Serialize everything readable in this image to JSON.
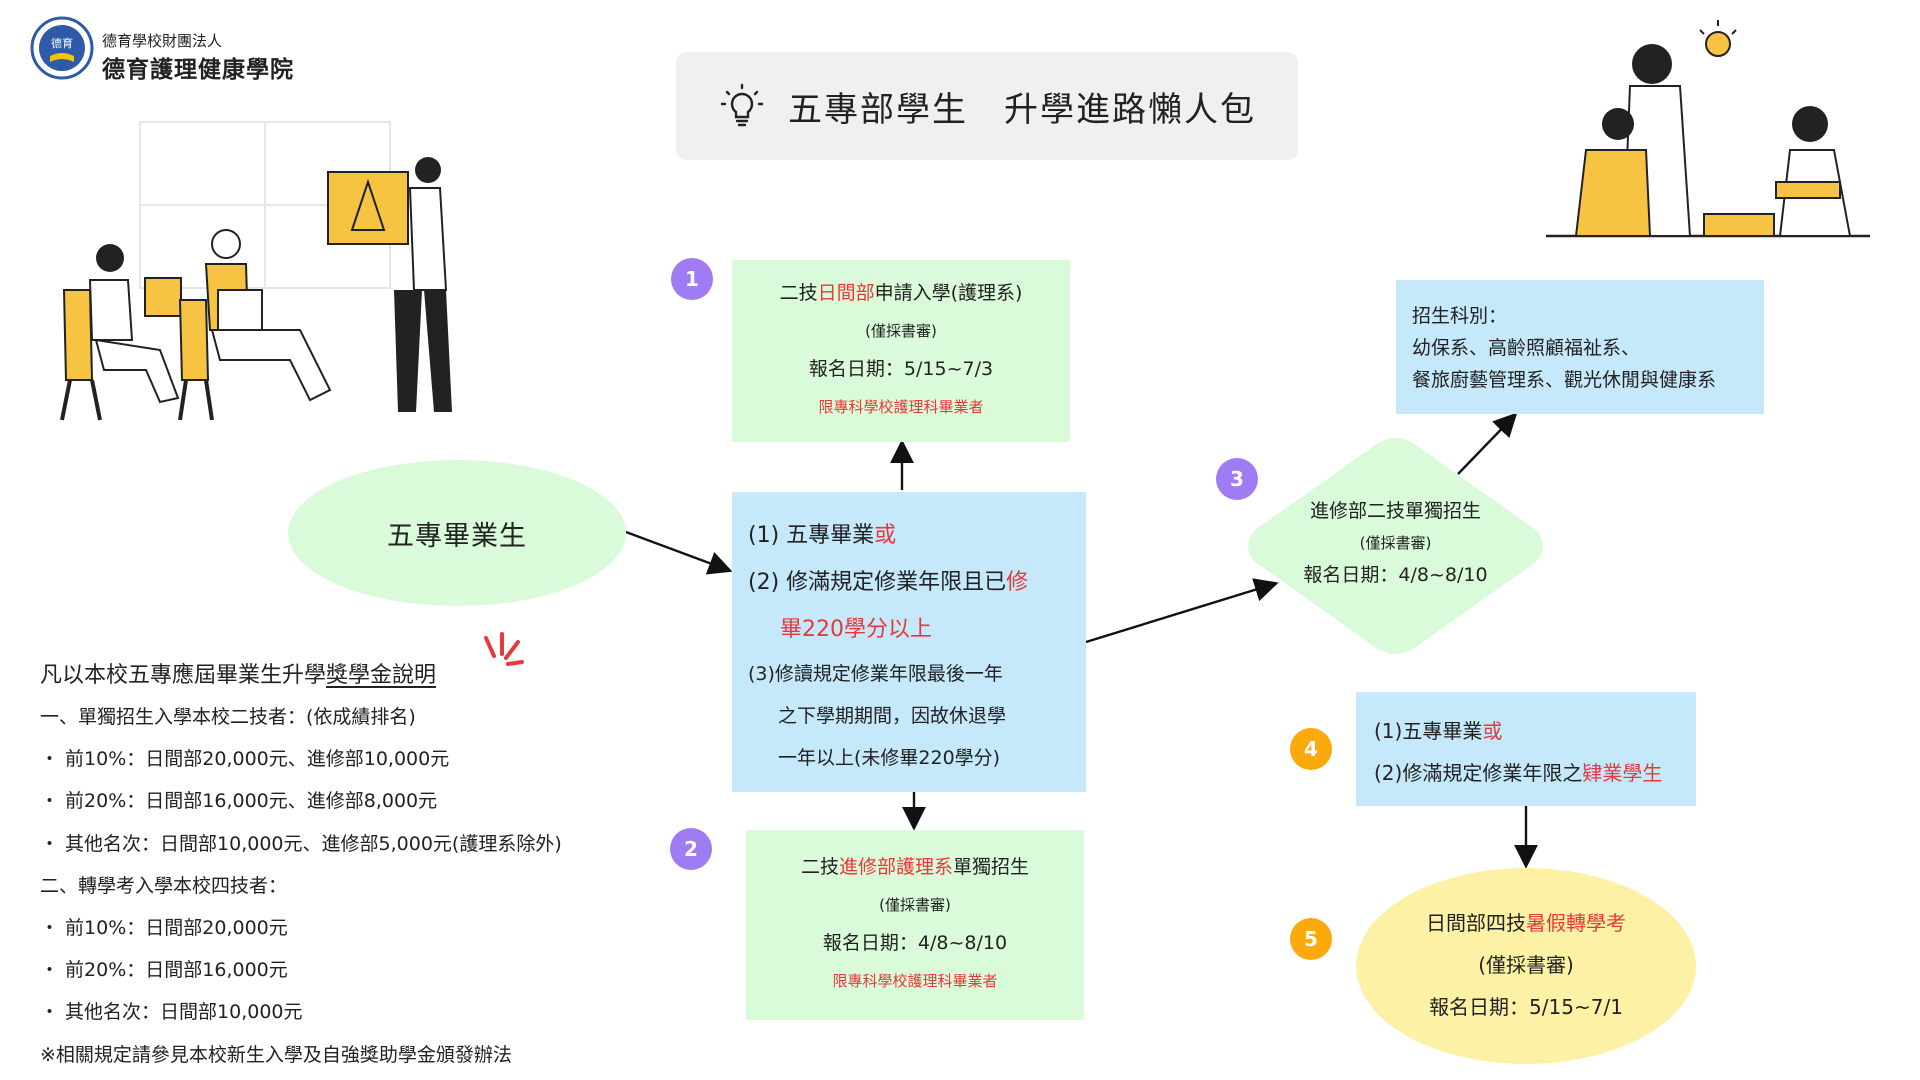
{
  "header": {
    "logo_seal_text": "德育",
    "org_line1": "德育學校財團法人",
    "org_line2": "德育護理健康學院"
  },
  "title": {
    "icon": "lightbulb-icon",
    "text": "五專部學生　升學進路懶人包"
  },
  "colors": {
    "green": "#d9fbd9",
    "blue": "#c5e8fb",
    "yellow": "#fdf1a6",
    "purple_badge": "#9f7bf4",
    "orange_badge": "#fca90b",
    "highlight_red": "#e8393a"
  },
  "start_node": {
    "label": "五專畢業生"
  },
  "requirements": {
    "line1_a": "(1) 五專畢業",
    "line1_b": "或",
    "line2_a": "(2) 修滿規定修業年限且已",
    "line2_b": "修",
    "line3": "畢220學分以上",
    "line4": "(3)修讀規定修業年限最後一年",
    "line5": "之下學期期間，因故休退學",
    "line6": "一年以上(未修畢220學分)"
  },
  "node1": {
    "badge": "1",
    "title_a": "二技",
    "title_b": "日間部",
    "title_c": "申請入學(護理系)",
    "review": "(僅採書審)",
    "dates": "報名日期：5/15~7/3",
    "note": "限專科學校護理科畢業者"
  },
  "node2": {
    "badge": "2",
    "title_a": "二技",
    "title_b": "進修部護理系",
    "title_c": "單獨招生",
    "review": "(僅採書審)",
    "dates": "報名日期：4/8~8/10",
    "note": "限專科學校護理科畢業者"
  },
  "node3": {
    "badge": "3",
    "title": "進修部二技單獨招生",
    "review": "(僅採書審)",
    "dates": "報名日期：4/8~8/10"
  },
  "departments": {
    "heading": "招生科別：",
    "line1": "幼保系、高齡照顧福祉系、",
    "line2": "餐旅廚藝管理系、觀光休閒與健康系"
  },
  "node4": {
    "badge": "4",
    "line1_a": "(1)五專畢業",
    "line1_b": "或",
    "line2_a": "(2)修滿規定修業年限之",
    "line2_b": "肄業學生"
  },
  "node5": {
    "badge": "5",
    "title_a": "日間部四技",
    "title_b": "暑假轉學考",
    "review": "(僅採書審)",
    "dates": "報名日期：5/15~7/1"
  },
  "scholarship": {
    "heading_a": "凡以本校五專應屆畢業生升學",
    "heading_b": "獎學金說明",
    "s1": "一、單獨招生入學本校二技者：(依成績排名)",
    "s1_items": [
      "・ 前10%：日間部20,000元、進修部10,000元",
      "・ 前20%：日間部16,000元、進修部8,000元",
      "・ 其他名次：日間部10,000元、進修部5,000元(護理系除外)"
    ],
    "s2": "二、轉學考入學本校四技者：",
    "s2_items": [
      "・ 前10%：日間部20,000元",
      "・ 前20%：日間部16,000元",
      "・ 其他名次：日間部10,000元"
    ],
    "footnote": "※相關規定請參見本校新生入學及自強獎助學金頒發辦法"
  }
}
